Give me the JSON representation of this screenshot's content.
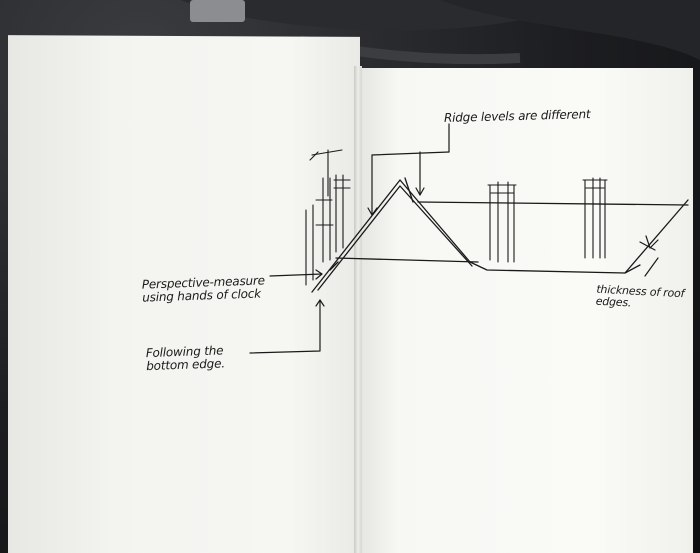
{
  "annotations": {
    "ridge": "Ridge levels are different",
    "perspective": "Perspective-measure using hands of clock",
    "following": "Following the bottom edge.",
    "thickness": "thickness of roof edges."
  },
  "colors": {
    "background": "#1c1d20",
    "paper": "#f6f6f3",
    "ink": "#1a1a1a"
  }
}
